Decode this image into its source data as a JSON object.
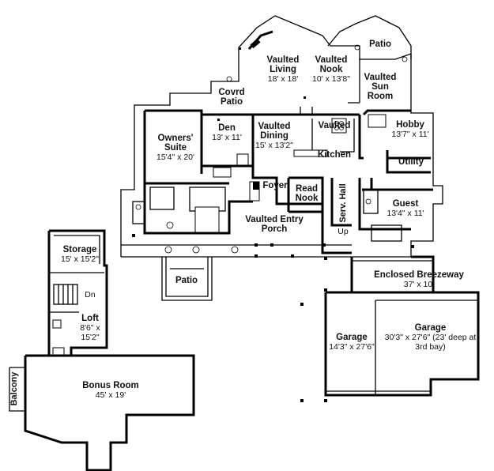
{
  "plan": {
    "rooms": [
      {
        "id": "patio-top",
        "name": "Patio",
        "dims": ""
      },
      {
        "id": "vaulted-living",
        "name": "Vaulted Living",
        "dims": "18' x 18'"
      },
      {
        "id": "vaulted-nook",
        "name": "Vaulted Nook",
        "dims": "10' x 13'8\""
      },
      {
        "id": "vaulted-sun-room",
        "name": "Vaulted Sun Room",
        "dims": ""
      },
      {
        "id": "covrd-patio",
        "name": "Covrd Patio",
        "dims": ""
      },
      {
        "id": "owners-suite",
        "name": "Owners' Suite",
        "dims": "15'4\" x 20'"
      },
      {
        "id": "den",
        "name": "Den",
        "dims": "13' x 11'"
      },
      {
        "id": "vaulted-dining",
        "name": "Vaulted Dining",
        "dims": "15' x 13'2\""
      },
      {
        "id": "vaulted-kitchen",
        "name": "Vaulted Kitchen",
        "dims": ""
      },
      {
        "id": "hobby",
        "name": "Hobby",
        "dims": "13'7\" x 11'"
      },
      {
        "id": "utility",
        "name": "Utility",
        "dims": ""
      },
      {
        "id": "foyer",
        "name": "Foyer",
        "dims": ""
      },
      {
        "id": "read-nook",
        "name": "Read Nook",
        "dims": ""
      },
      {
        "id": "guest",
        "name": "Guest",
        "dims": "13'4\" x 11'"
      },
      {
        "id": "vaulted-entry-porch",
        "name": "Vaulted Entry Porch",
        "dims": ""
      },
      {
        "id": "patio-front",
        "name": "Patio",
        "dims": ""
      },
      {
        "id": "enclosed-breezeway",
        "name": "Enclosed Breezeway",
        "dims": "37' x 10'"
      },
      {
        "id": "garage-left",
        "name": "Garage",
        "dims": "14'3\" x 27'6\""
      },
      {
        "id": "garage-right",
        "name": "Garage",
        "dims": "30'3\" x 27'6\" (23' deep at 3rd bay)"
      },
      {
        "id": "storage",
        "name": "Storage",
        "dims": "15' x 15'2\""
      },
      {
        "id": "loft",
        "name": "Loft",
        "dims": "8'6\" x 15'2\""
      },
      {
        "id": "bonus-room",
        "name": "Bonus Room",
        "dims": "45' x 19'"
      }
    ],
    "vertical_labels": {
      "serv_hall": "Serv. Hall",
      "balcony": "Balcony"
    },
    "stair_labels": {
      "up": "Up",
      "dn": "Dn"
    }
  }
}
